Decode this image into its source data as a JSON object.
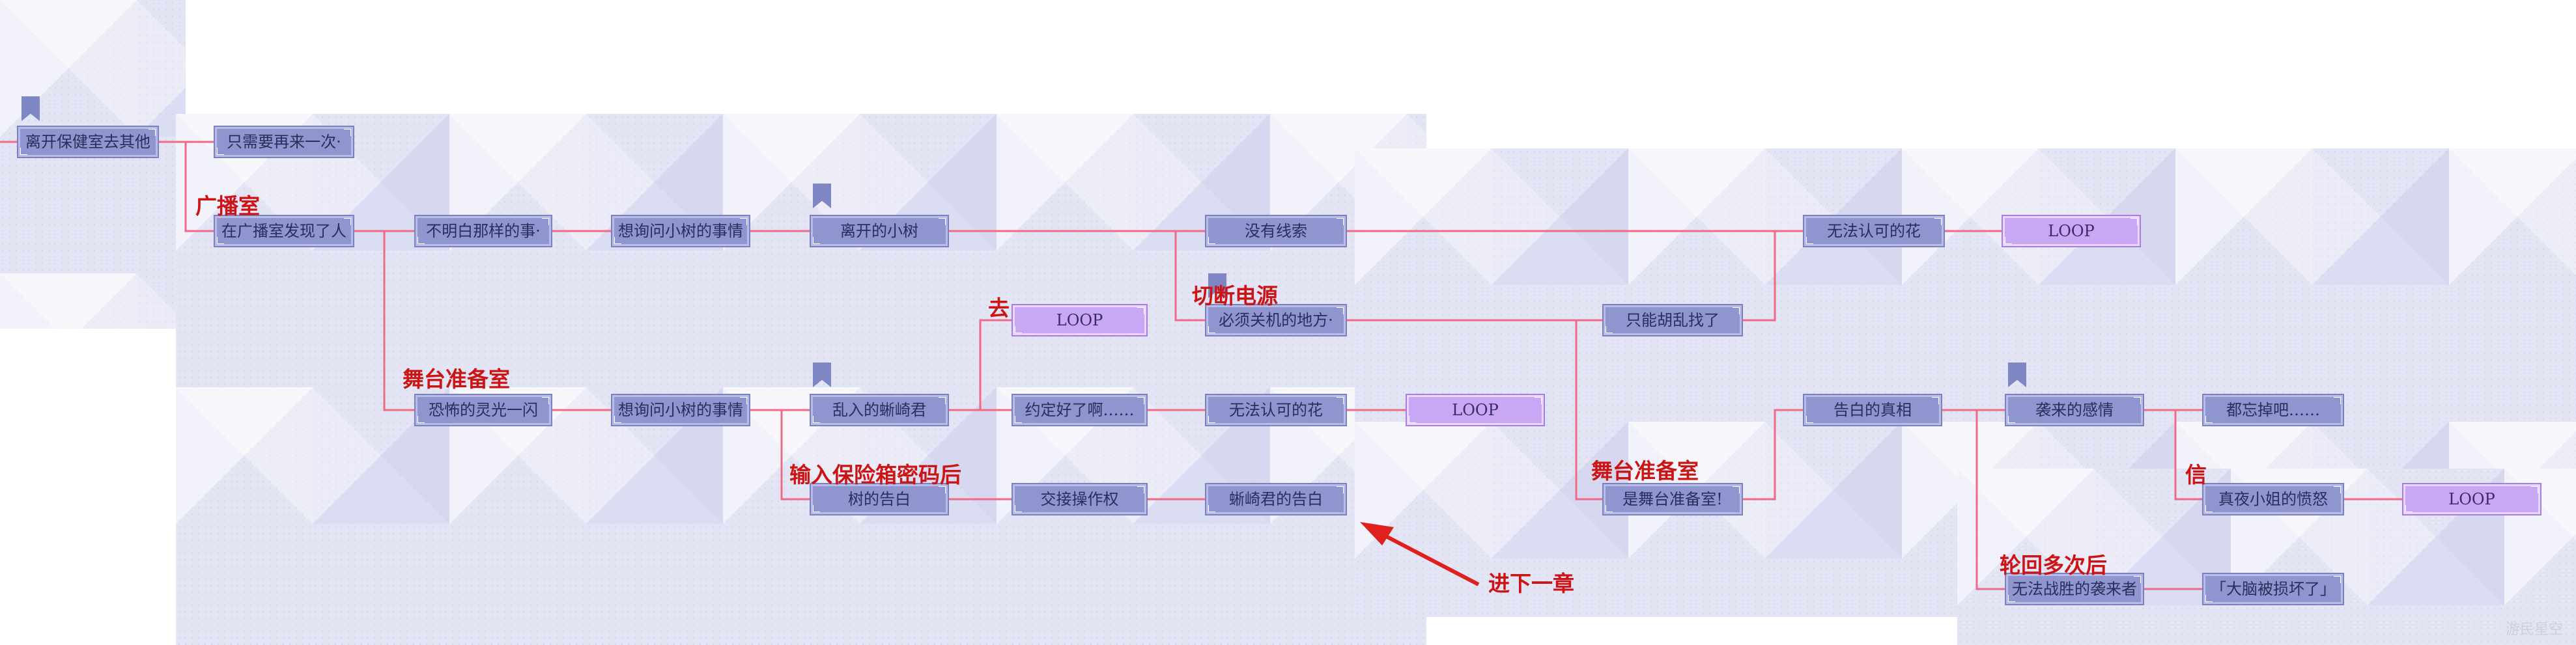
{
  "nodes": {
    "n0": "离开保健室去其他",
    "n1": "只需要再来一次·",
    "n2": "在广播室发现了人",
    "n3": "不明白那样的事·",
    "n4": "想询问小树的事情",
    "n5": "离开的小树",
    "n6": "没有线索",
    "n7": "无法认可的花",
    "n8": "LOOP",
    "n9": "必须关机的地方·",
    "n10": "只能胡乱找了",
    "n11": "LOOP",
    "n12": "恐怖的灵光一闪",
    "n13": "想询问小树的事情",
    "n14": "乱入的蜥崎君",
    "n15": "约定好了啊……",
    "n16": "无法认可的花",
    "n17": "LOOP",
    "n18": "告白的真相",
    "n19": "袭来的感情",
    "n20": "都忘掉吧……",
    "n21": "树的告白",
    "n22": "交接操作权",
    "n23": "蜥崎君的告白",
    "n24": "是舞台准备室!",
    "n25": "真夜小姐的愤怒",
    "n26": "LOOP",
    "n27": "无法战胜的袭来者",
    "n28": "「大脑被损坏了」"
  },
  "labels": {
    "broadcast_room": "广播室",
    "go": "去",
    "cut_power": "切断电源",
    "stage_prep_1": "舞台准备室",
    "safe_code": "输入保险箱密码后",
    "stage_prep_2": "舞台准备室",
    "letter": "信",
    "many_loops": "轮回多次后",
    "next_chapter": "进下一章"
  },
  "watermark": "游民星空",
  "colors": {
    "edge": "#f06a86",
    "label": "#cc1414",
    "node": "#8e95cf",
    "loop_node": "#c8a8f4"
  }
}
